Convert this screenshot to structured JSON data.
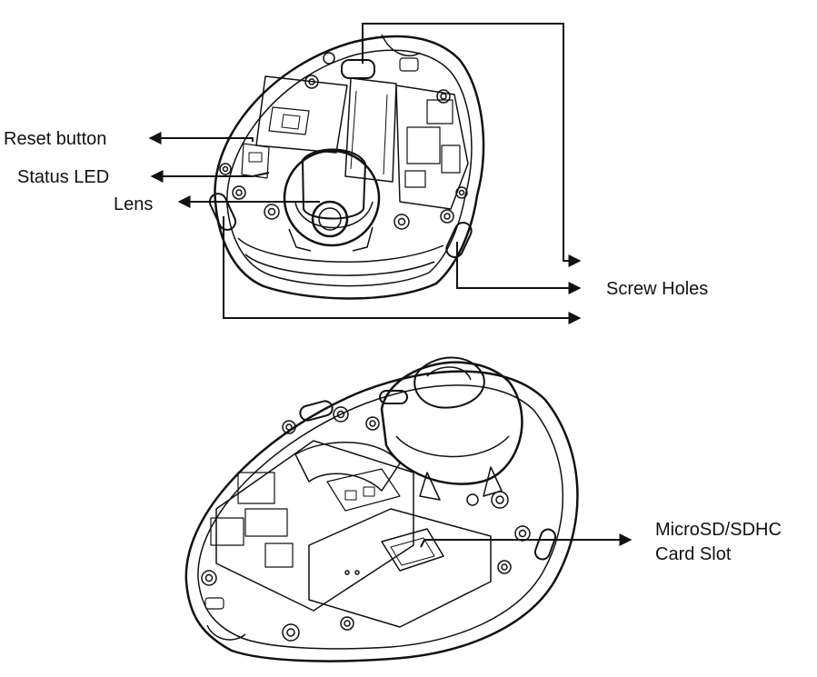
{
  "labels": {
    "reset_button": "Reset button",
    "status_led": "Status LED",
    "lens": "Lens",
    "screw_holes": "Screw Holes",
    "sd_line1": "MicroSD/SDHC",
    "sd_line2": "Card Slot"
  },
  "colors": {
    "ink": "#111111",
    "background": "#ffffff"
  }
}
